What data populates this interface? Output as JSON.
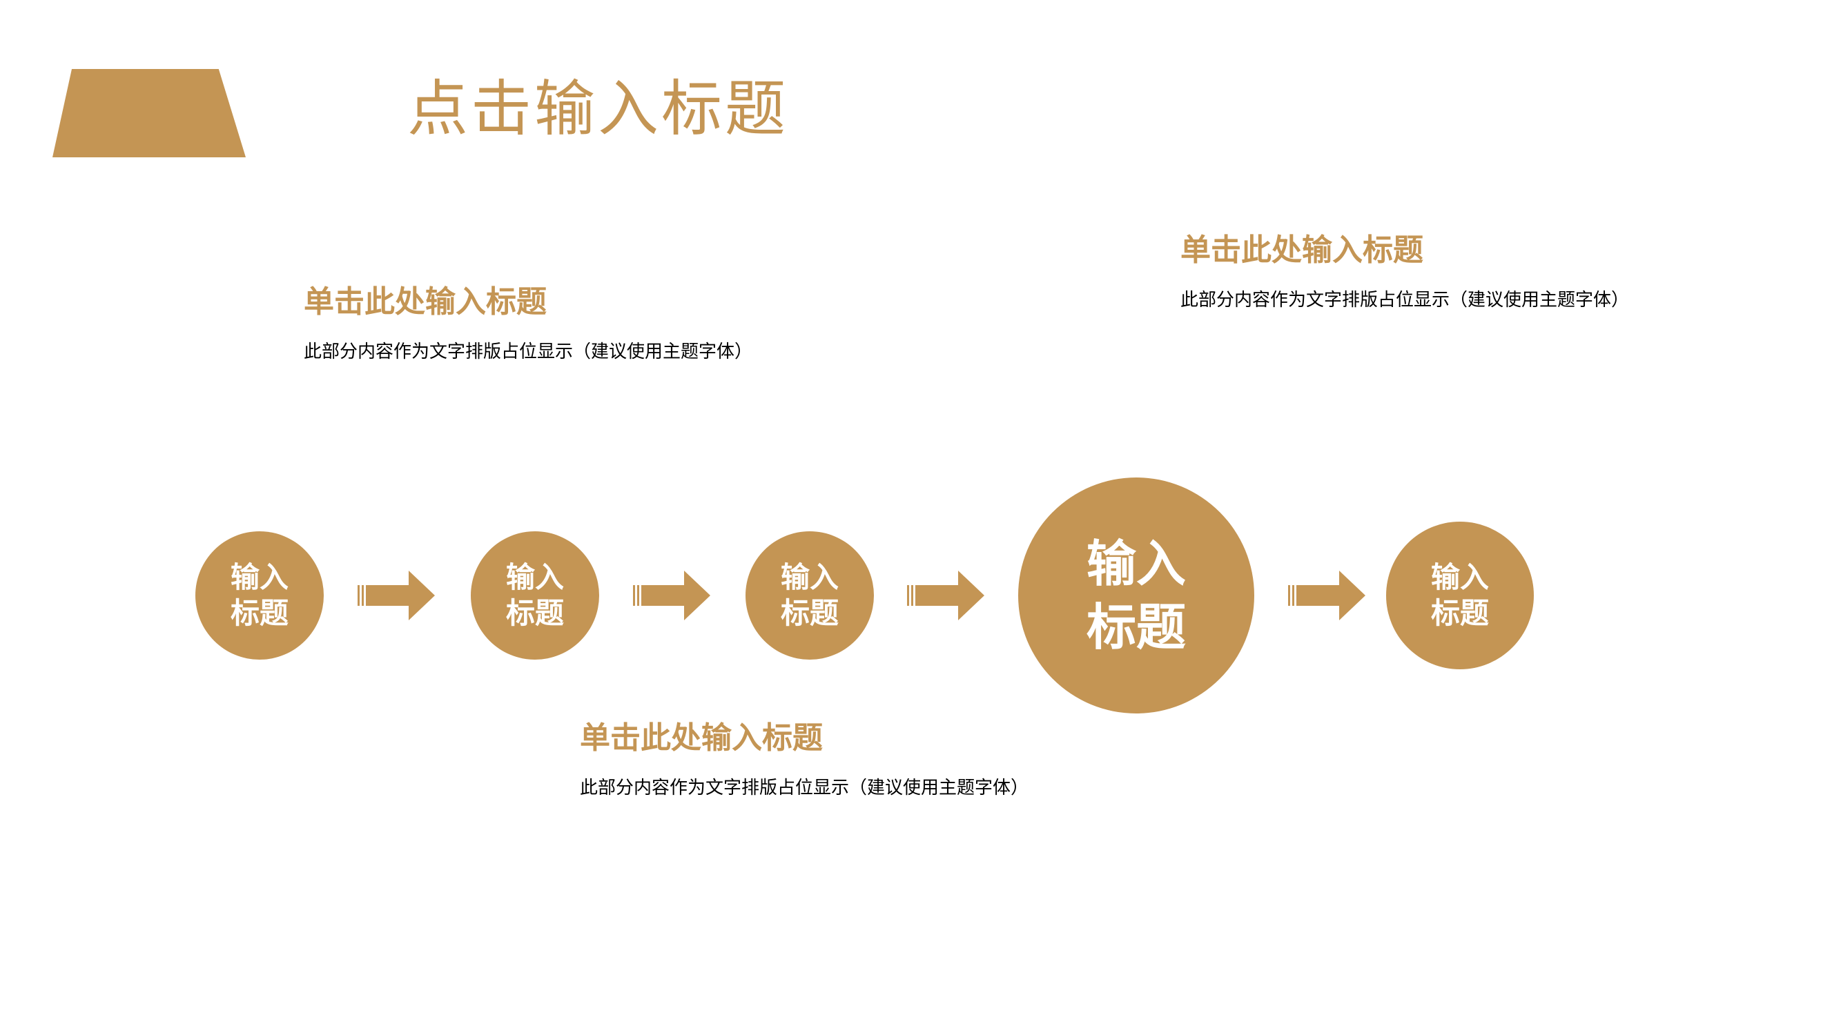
{
  "header": {
    "title": "点击输入标题"
  },
  "text_blocks": [
    {
      "title": "单击此处输入标题",
      "desc": "此部分内容作为文字排版占位显示（建议使用主题字体）"
    },
    {
      "title": "单击此处输入标题",
      "desc": "此部分内容作为文字排版占位显示（建议使用主题字体）"
    },
    {
      "title": "单击此处输入标题",
      "desc": "此部分内容作为文字排版占位显示（建议使用主题字体）"
    }
  ],
  "steps": [
    {
      "label": "输入标题"
    },
    {
      "label": "输入标题"
    },
    {
      "label": "输入标题"
    },
    {
      "label": "输入标题"
    },
    {
      "label": "输入标题"
    }
  ],
  "colors": {
    "accent": "#C49554",
    "text": "#000000",
    "circle_text": "#FFFFFF"
  },
  "icons": [
    "arrow-right-icon"
  ]
}
